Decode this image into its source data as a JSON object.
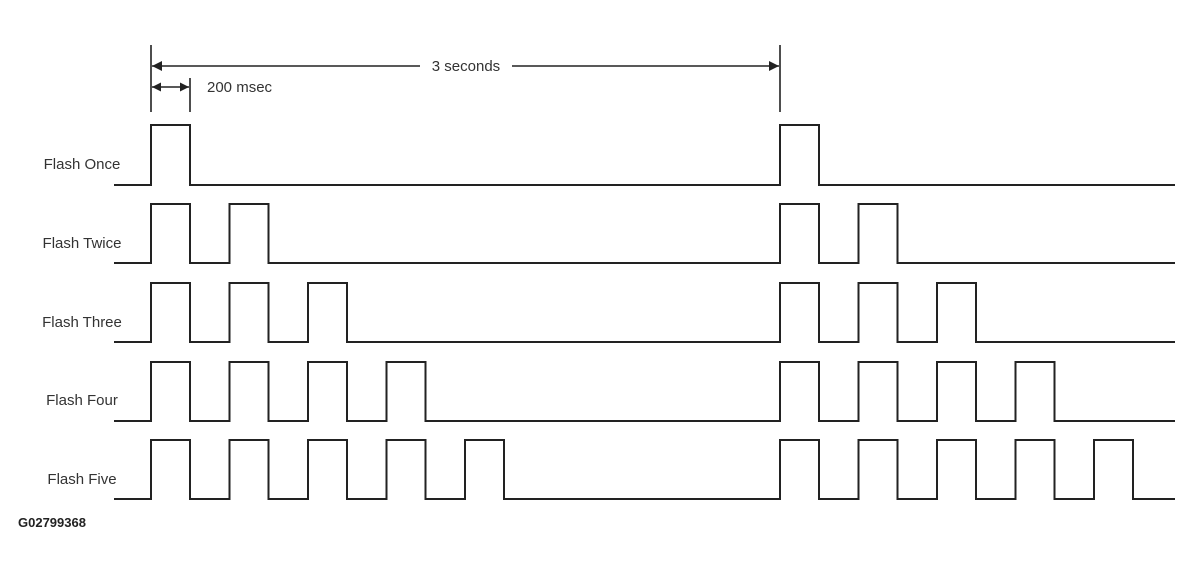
{
  "diagram": {
    "dimensions": {
      "period_label": "3 seconds",
      "pulse_label": "200 msec"
    },
    "rows": [
      {
        "label": "Flash Once",
        "flashes": 1
      },
      {
        "label": "Flash Twice",
        "flashes": 2
      },
      {
        "label": "Flash Three",
        "flashes": 3
      },
      {
        "label": "Flash Four",
        "flashes": 4
      },
      {
        "label": "Flash Five",
        "flashes": 5
      }
    ],
    "figure_id": "G02799368"
  }
}
